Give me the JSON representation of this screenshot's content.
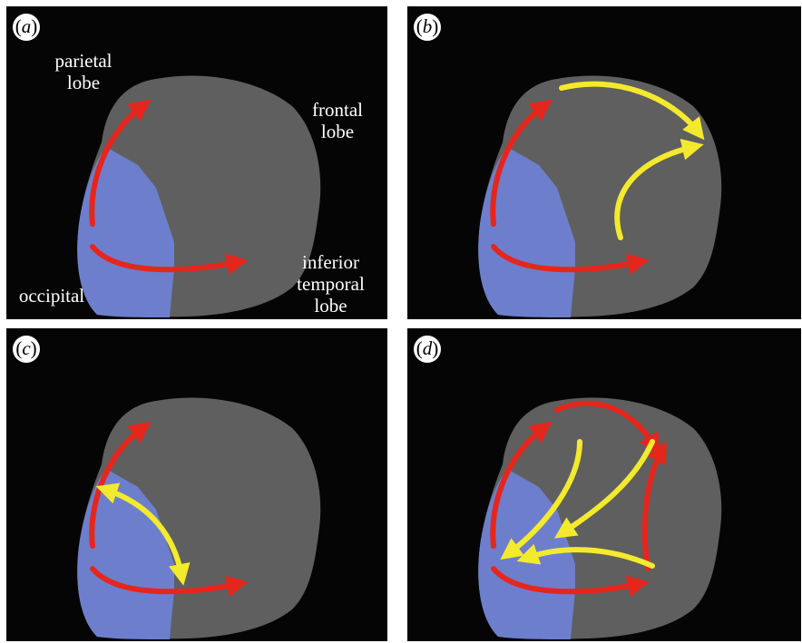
{
  "panels": [
    {
      "id": "a",
      "letter": "a"
    },
    {
      "id": "b",
      "letter": "b"
    },
    {
      "id": "c",
      "letter": "c"
    },
    {
      "id": "d",
      "letter": "d"
    }
  ],
  "labels": {
    "parietal": "parietal\nlobe",
    "frontal": "frontal\nlobe",
    "inferior_temporal": "inferior\ntemporal\nlobe",
    "occipital": "occipital"
  },
  "colors": {
    "background": "#050505",
    "brain": "#5f5f5f",
    "occipital_region": "#6f82d6",
    "red_arrow": "#e5261d",
    "yellow_arrow": "#f4ea2d"
  }
}
